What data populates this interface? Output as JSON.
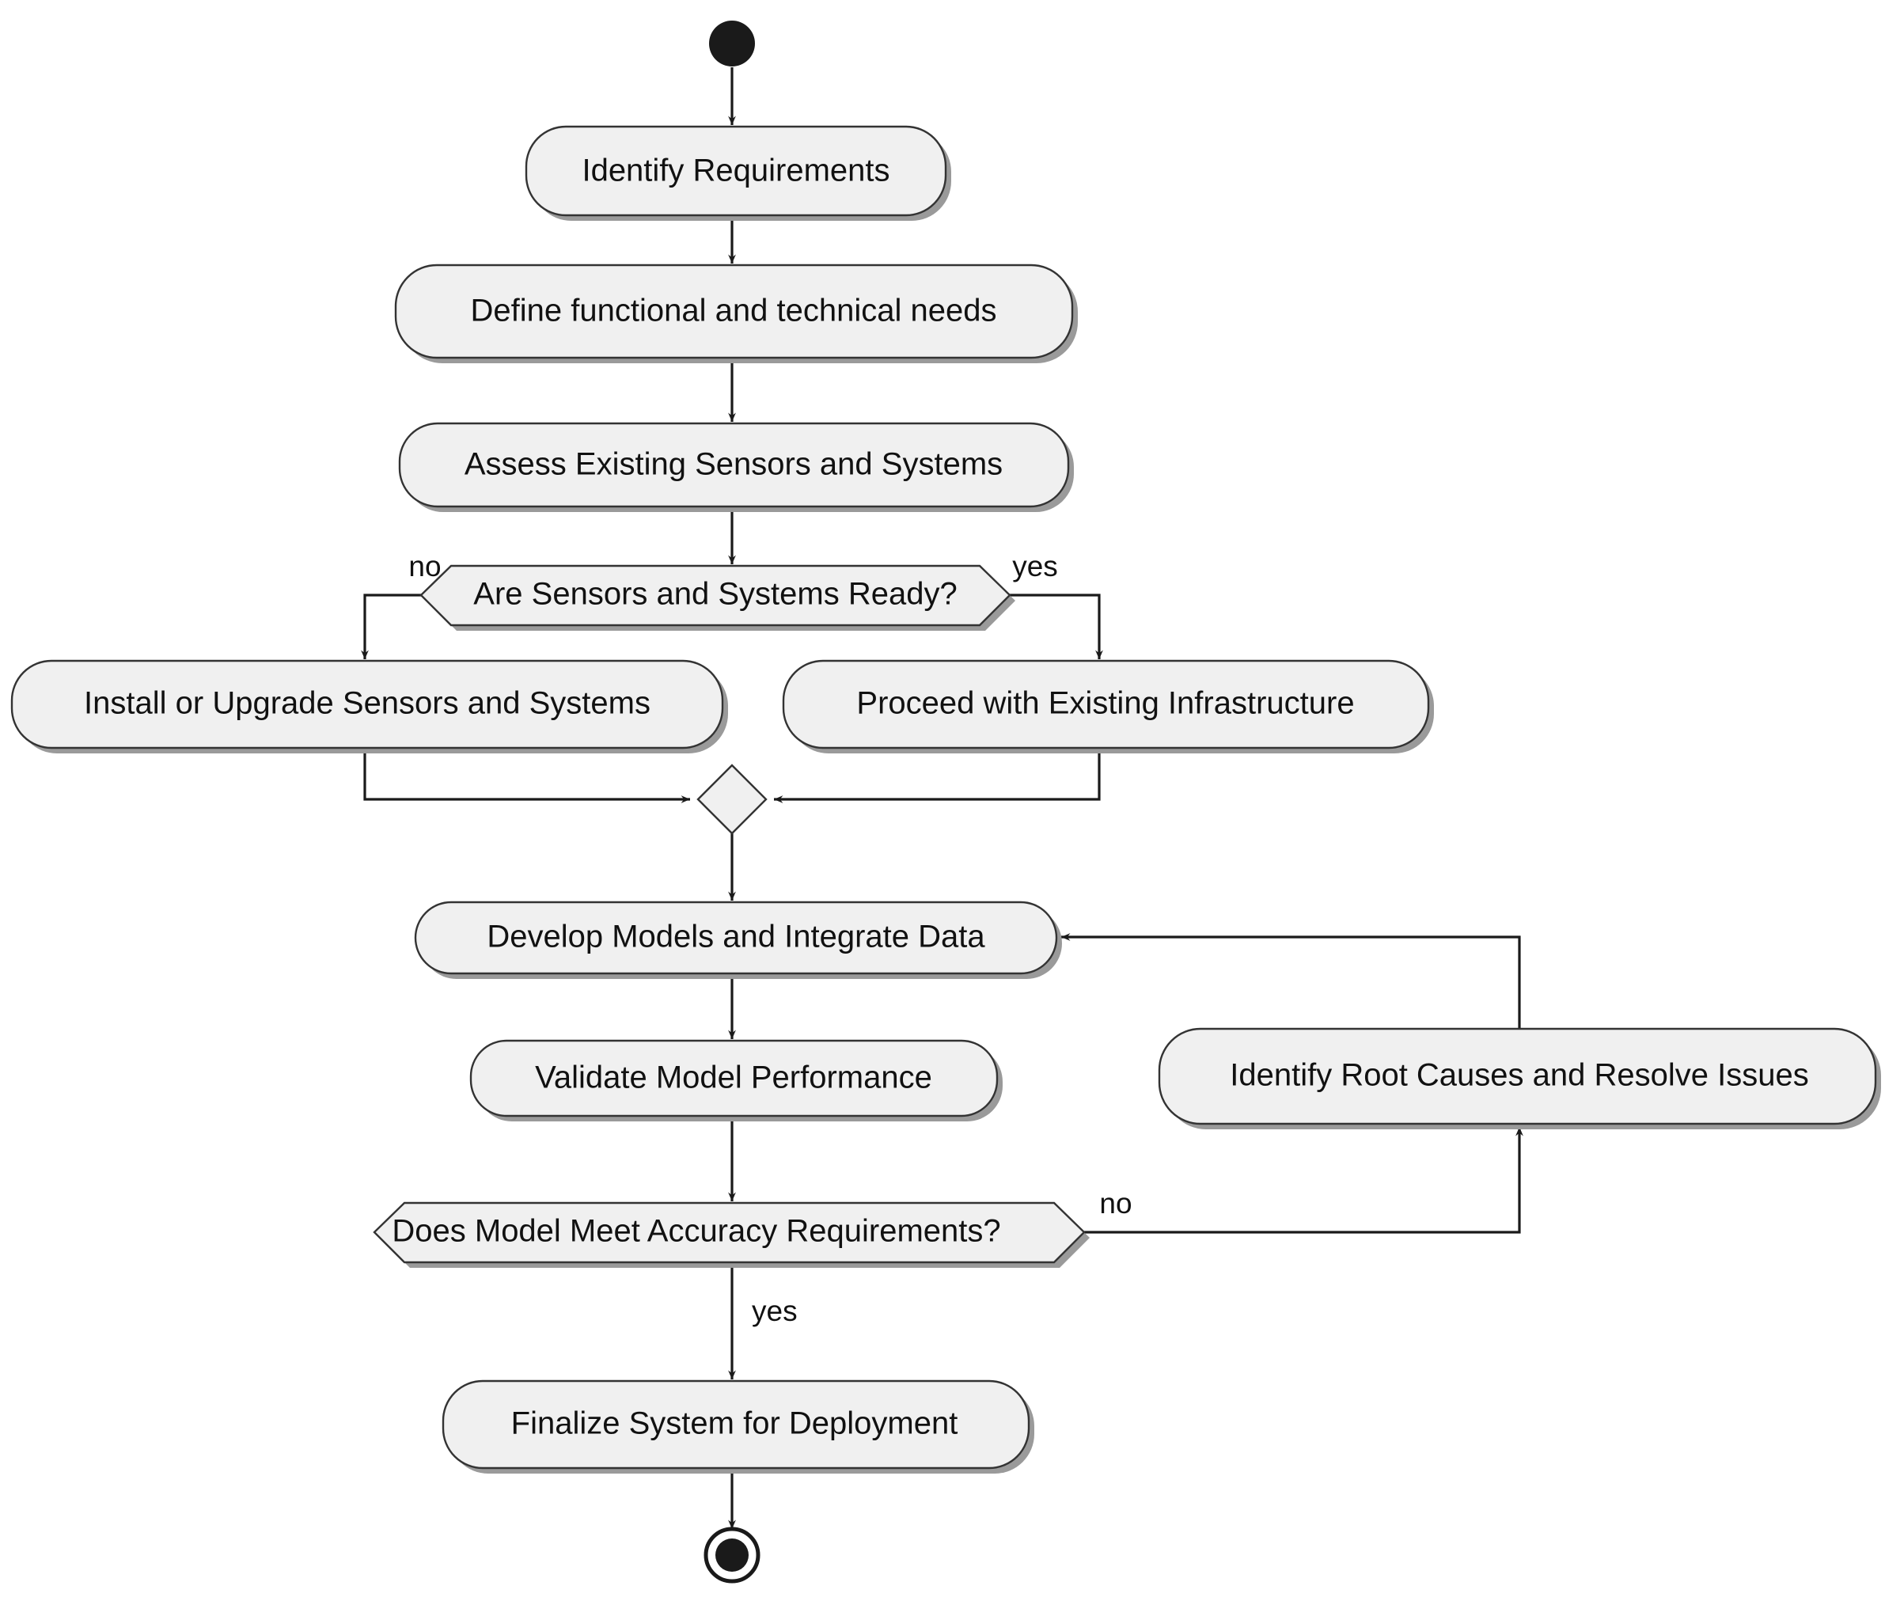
{
  "diagram": {
    "type": "uml-activity-diagram",
    "title": "",
    "background_color": "#ffffff",
    "node_fill_color": "#f0f0f0",
    "node_border_color": "#333333",
    "edge_color": "#1a1a1a",
    "text_color": "#111111",
    "nodes": [
      {
        "id": "start",
        "kind": "initial-node",
        "label": ""
      },
      {
        "id": "a1",
        "kind": "action",
        "label": "Identify Requirements"
      },
      {
        "id": "a2",
        "kind": "action",
        "label": "Define functional and technical needs"
      },
      {
        "id": "a3",
        "kind": "action",
        "label": "Assess Existing Sensors and Systems"
      },
      {
        "id": "d1",
        "kind": "decision",
        "label": "Are Sensors and Systems Ready?"
      },
      {
        "id": "a4",
        "kind": "action",
        "label": "Install or Upgrade Sensors and Systems"
      },
      {
        "id": "a5",
        "kind": "action",
        "label": "Proceed with Existing Infrastructure"
      },
      {
        "id": "m1",
        "kind": "merge-node",
        "label": ""
      },
      {
        "id": "a6",
        "kind": "action",
        "label": "Develop Models and Integrate Data"
      },
      {
        "id": "a7",
        "kind": "action",
        "label": "Validate Model Performance"
      },
      {
        "id": "d2",
        "kind": "decision",
        "label": "Does Model Meet Accuracy Requirements?"
      },
      {
        "id": "a8",
        "kind": "action",
        "label": "Identify Root Causes and Resolve Issues"
      },
      {
        "id": "a9",
        "kind": "action",
        "label": "Finalize System for Deployment"
      },
      {
        "id": "end",
        "kind": "final-node",
        "label": ""
      }
    ],
    "edges": [
      {
        "from": "start",
        "to": "a1",
        "label": ""
      },
      {
        "from": "a1",
        "to": "a2",
        "label": ""
      },
      {
        "from": "a2",
        "to": "a3",
        "label": ""
      },
      {
        "from": "a3",
        "to": "d1",
        "label": ""
      },
      {
        "from": "d1",
        "to": "a4",
        "label": "no"
      },
      {
        "from": "d1",
        "to": "a5",
        "label": "yes"
      },
      {
        "from": "a4",
        "to": "m1",
        "label": ""
      },
      {
        "from": "a5",
        "to": "m1",
        "label": ""
      },
      {
        "from": "m1",
        "to": "a6",
        "label": ""
      },
      {
        "from": "a6",
        "to": "a7",
        "label": ""
      },
      {
        "from": "a7",
        "to": "d2",
        "label": ""
      },
      {
        "from": "d2",
        "to": "a8",
        "label": "no"
      },
      {
        "from": "d2",
        "to": "a9",
        "label": "yes"
      },
      {
        "from": "a8",
        "to": "a6",
        "label": ""
      },
      {
        "from": "a9",
        "to": "end",
        "label": ""
      }
    ],
    "edge_labels": {
      "d1_no": "no",
      "d1_yes": "yes",
      "d2_no": "no",
      "d2_yes": "yes"
    }
  }
}
